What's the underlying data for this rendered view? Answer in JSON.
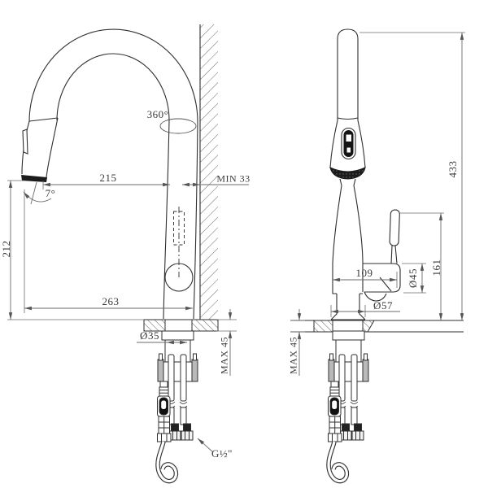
{
  "drawing": {
    "type": "faucet installation dimension drawing",
    "views": {
      "side_view": {
        "name": "side view",
        "labels": {
          "swivel_rotation": "360°",
          "spout_reach": "215",
          "wall_clearance": "MIN 33",
          "spray_angle": "7°",
          "outlet_height": "212",
          "overall_reach": "263",
          "mounting_hole_diameter": "Ø35",
          "deck_thickness": "MAX 45",
          "thread_size": "G½\""
        }
      },
      "front_view": {
        "name": "front view",
        "labels": {
          "overall_height": "433",
          "handle_offset": "109",
          "handle_diameter": "Ø45",
          "handle_height": "161",
          "base_diameter": "Ø57",
          "deck_thickness": "MAX 45"
        }
      }
    },
    "colors": {
      "object_line": "#2f2f2f",
      "dimension_line": "#6b6b6b",
      "hatch": "#5a5a5a",
      "fill_dark": "#1b1b1b"
    }
  }
}
